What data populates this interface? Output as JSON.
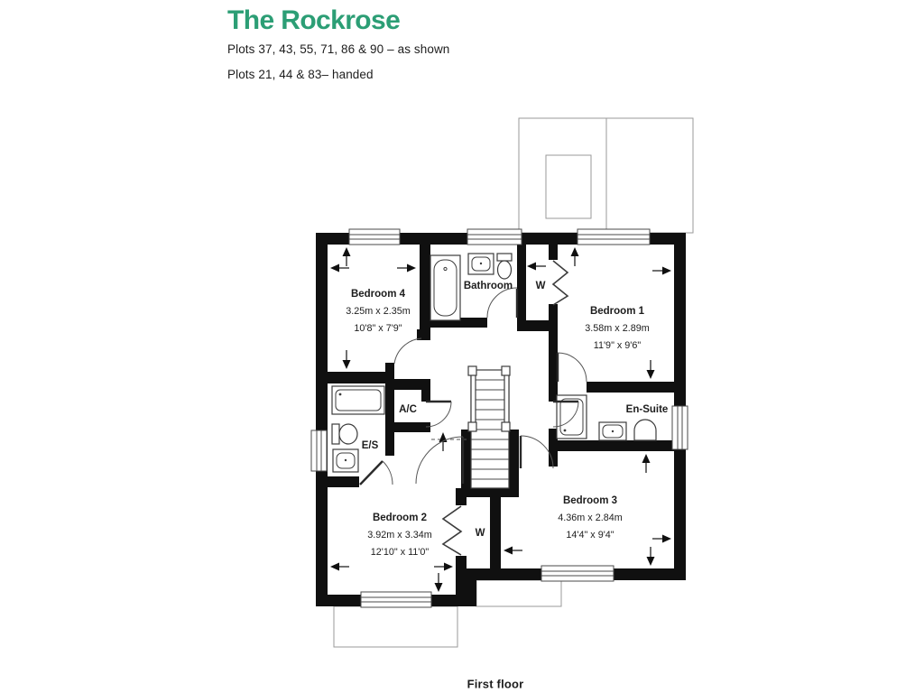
{
  "header": {
    "title": "The Rockrose",
    "plots_as_shown": "Plots 37, 43, 55, 71, 86 & 90 – as shown",
    "plots_handed": "Plots 21, 44 & 83– handed"
  },
  "caption": "First floor",
  "colors": {
    "accent_green": "#2c9e75",
    "wall_black": "#101010",
    "outline_gray": "#9a9a9a",
    "text_dark": "#1d1d1d"
  },
  "icons": {
    "dimension_arrows": "solid black arrowheads with stems marking room extents",
    "stairs_up_arrow": "up-arrow at stair base"
  },
  "rooms": [
    {
      "id": "bedroom-4",
      "name": "Bedroom 4",
      "metric": "3.25m x 2.35m",
      "imperial": "10'8\" x 7'9\""
    },
    {
      "id": "bathroom",
      "name": "Bathroom"
    },
    {
      "id": "wardrobe-bed1",
      "name": "W"
    },
    {
      "id": "bedroom-1",
      "name": "Bedroom 1",
      "metric": "3.58m x 2.89m",
      "imperial": "11'9\" x 9'6\""
    },
    {
      "id": "airing-cupboard",
      "name": "A/C"
    },
    {
      "id": "ensuite-shower-room",
      "name": "E/S"
    },
    {
      "id": "en-suite",
      "name": "En-Suite"
    },
    {
      "id": "bedroom-2",
      "name": "Bedroom 2",
      "metric": "3.92m x 3.34m",
      "imperial": "12'10\" x 11'0\""
    },
    {
      "id": "wardrobe-bed2",
      "name": "W"
    },
    {
      "id": "bedroom-3",
      "name": "Bedroom 3",
      "metric": "4.36m x 2.84m",
      "imperial": "14'4\" x 9'4\""
    }
  ]
}
